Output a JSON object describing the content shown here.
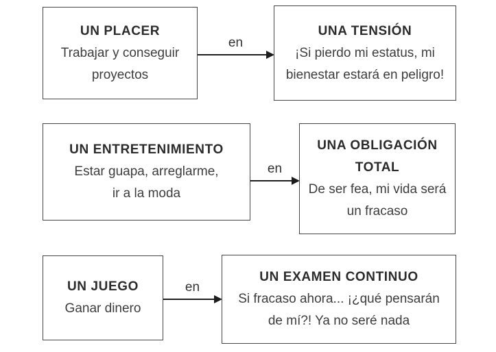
{
  "diagram": {
    "rows": [
      {
        "connector": "en",
        "left": {
          "title_lines": [
            "UN PLACER"
          ],
          "body_lines": [
            "Trabajar y conseguir",
            "proyectos"
          ]
        },
        "right": {
          "title_lines": [
            "UNA TENSIÓN"
          ],
          "body_lines": [
            "¡Si pierdo mi estatus, mi",
            "bienestar estará en peligro!"
          ]
        }
      },
      {
        "connector": "en",
        "left": {
          "title_lines": [
            "UN ENTRETENIMIENTO"
          ],
          "body_lines": [
            "Estar guapa, arreglarme,",
            "ir a la moda"
          ]
        },
        "right": {
          "title_lines": [
            "UNA OBLIGACIÓN",
            "TOTAL"
          ],
          "body_lines": [
            "De ser fea, mi vida será",
            "un fracaso"
          ]
        }
      },
      {
        "connector": "en",
        "left": {
          "title_lines": [
            "UN JUEGO"
          ],
          "body_lines": [
            "Ganar dinero"
          ]
        },
        "right": {
          "title_lines": [
            "UN EXAMEN CONTINUO"
          ],
          "body_lines": [
            "Si fracaso ahora... ¡¿qué pensarán",
            "de mí?! Ya no seré nada"
          ]
        }
      }
    ]
  }
}
